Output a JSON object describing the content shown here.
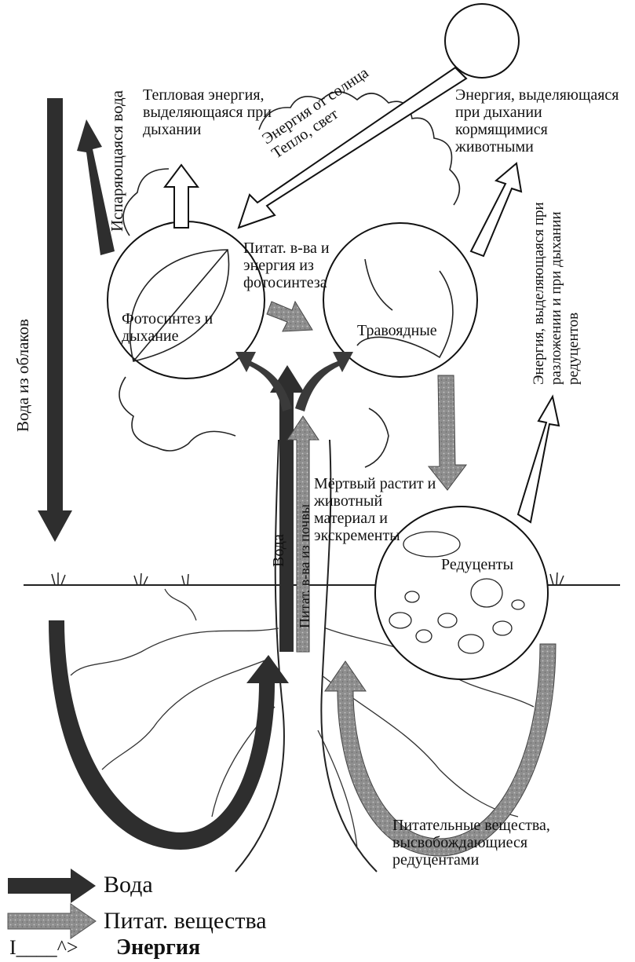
{
  "labels": {
    "evaporating_water": "Испаряющаяся вода",
    "heat_respiration": "Тепловая энергия, выделяющаяся при дыхании",
    "sun_energy": "Энергия от солнца Тепло, свет",
    "animal_respiration": "Энергия, выделяющаяся при дыхании кормящимися животными",
    "rain_water": "Вода из облаков",
    "nutrients_photosynthesis": "Питат. в-ва и энергия из фотосинтеза",
    "photosynthesis": "Фотосинтез и дыхание",
    "herbivores": "Травоядные",
    "decomposer_energy": "Энергия, выделяющаяся при разложении и при дыхании редуцентов",
    "dead_material": "Мёртвый растит и животный материал и экскременты",
    "water_up": "Вода",
    "nutrients_from_soil": "Питат. в-ва из почвы",
    "decomposers": "Редуценты",
    "released_nutrients": "Питательные вещества, высвобождающиеся редуцентами"
  },
  "legend": {
    "water": "Вода",
    "nutrients": "Питат. вещества",
    "energy_prefix": "I____^>",
    "energy": "Энергия"
  },
  "colors": {
    "water_arrow": "#2e2e2e",
    "nutrient_arrow": "#9a9a9a",
    "energy_arrow": "#ffffff",
    "ink": "#111111"
  }
}
